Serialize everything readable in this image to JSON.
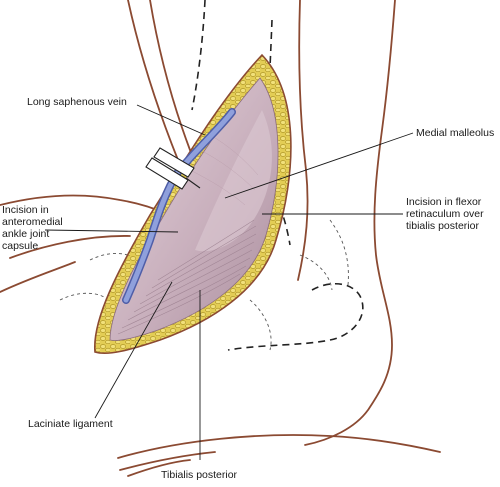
{
  "labels": {
    "long_saphenous_vein": "Long saphenous vein",
    "medial_malleolus": "Medial malleolus",
    "incision_flexor_retinaculum": "Incision in flexor\nretinaculum over\ntibialis posterior",
    "incision_anteromedial": "Incision in\nanteromedial\nankle joint\ncapsule",
    "laciniate_ligament": "Laciniate ligament",
    "tibialis_posterior": "Tibialis posterior"
  },
  "colors": {
    "outline": "#8b4a32",
    "wound_fat": "#d9c24a",
    "wound_fat_dark": "#b39a25",
    "tissue": "#c9b0bd",
    "tissue_dark": "#a98c9c",
    "vein": "#7f8fcf",
    "vein_dark": "#4f5ea8",
    "leader": "#1a1a1a"
  }
}
